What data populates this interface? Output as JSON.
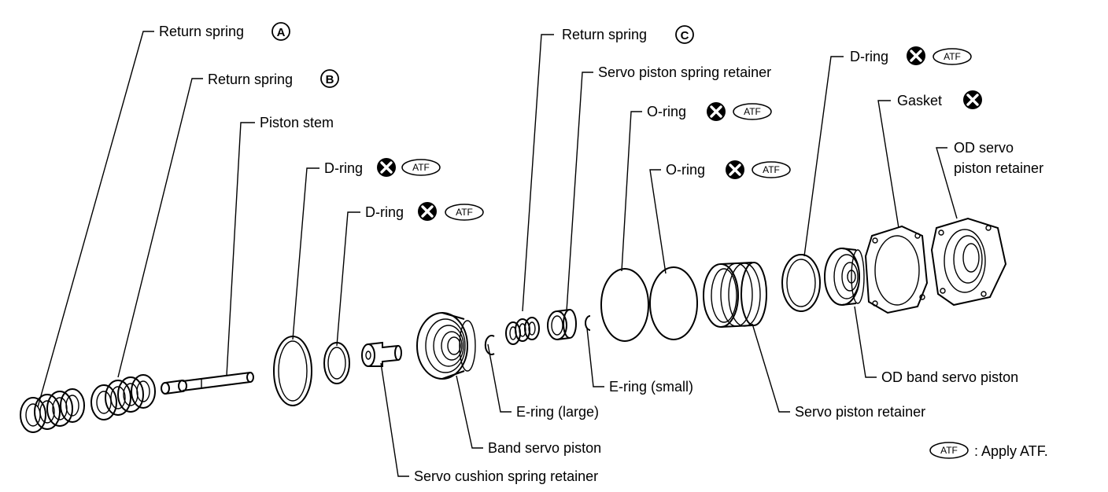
{
  "labels": {
    "return_spring_a": "Return spring",
    "return_spring_b": "Return spring",
    "piston_stem": "Piston stem",
    "d_ring_1": "D-ring",
    "d_ring_2": "D-ring",
    "return_spring_c": "Return spring",
    "servo_piston_spring_retainer": "Servo piston spring retainer",
    "o_ring_1": "O-ring",
    "o_ring_2": "O-ring",
    "d_ring_3": "D-ring",
    "gasket": "Gasket",
    "od_servo_piston_retainer_1": "OD servo",
    "od_servo_piston_retainer_2": "piston retainer",
    "e_ring_small": "E-ring (small)",
    "e_ring_large": "E-ring (large)",
    "band_servo_piston": "Band servo piston",
    "servo_cushion_spring_retainer": "Servo cushion spring retainer",
    "servo_piston_retainer": "Servo piston retainer",
    "od_band_servo_piston": "OD band servo piston"
  },
  "badges": {
    "a": "A",
    "b": "B",
    "c": "C",
    "atf": "ATF"
  },
  "legend": {
    "atf_symbol": "ATF",
    "text": ": Apply ATF."
  },
  "icons": {
    "replace": "x-circle-icon",
    "apply_atf": "atf-oval-icon"
  }
}
